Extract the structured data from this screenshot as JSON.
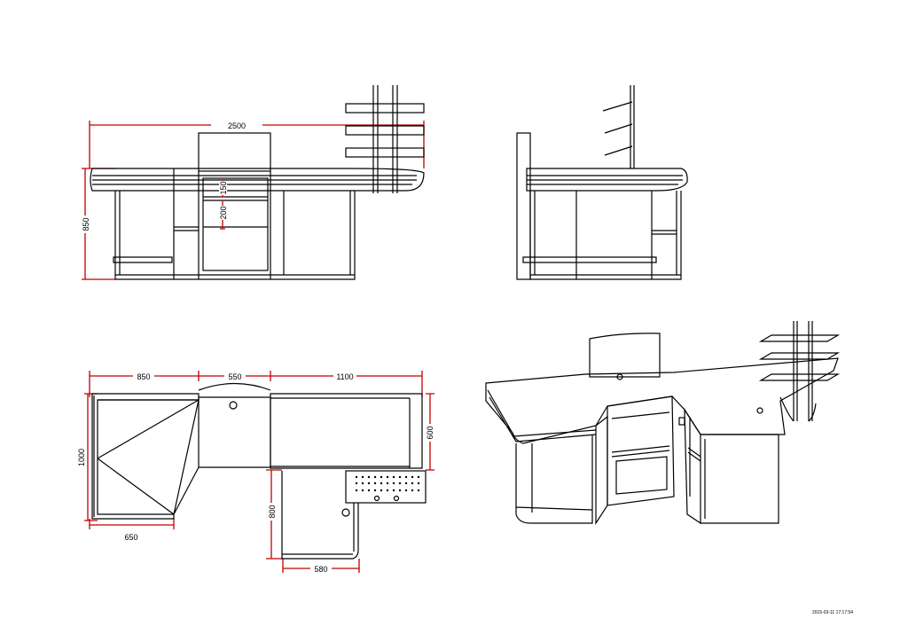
{
  "drawing": {
    "front_view": {
      "width_dim": "2500",
      "height_dim": "850",
      "shelf_dim_1": "150",
      "shelf_dim_2": "200"
    },
    "plan_view": {
      "left_dim": "850",
      "middle_dim": "550",
      "right_dim": "1100",
      "depth_left_dim": "1000",
      "depth_right_dim": "600",
      "bottom_left_dim": "650",
      "return_depth_dim": "800",
      "return_width_dim": "580"
    },
    "timestamp": "2015-03-11 17:17:54"
  }
}
